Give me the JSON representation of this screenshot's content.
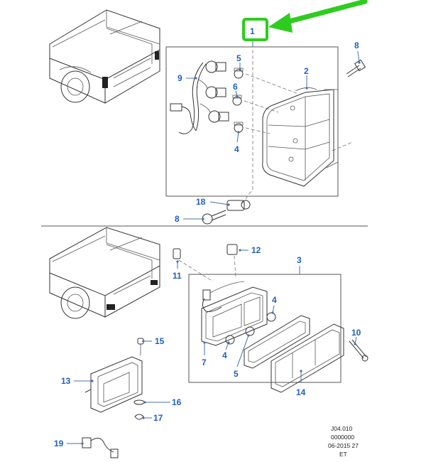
{
  "callouts": {
    "c1": "1",
    "c2": "2",
    "c3": "3",
    "c4a": "4",
    "c4b": "4",
    "c5a": "5",
    "c5b": "5",
    "c6": "6",
    "c7": "7",
    "c8a": "8",
    "c8b": "8",
    "c9": "9",
    "c10": "10",
    "c11": "11",
    "c12": "12",
    "c13": "13",
    "c14": "14",
    "c15": "15",
    "c16": "16",
    "c17": "17",
    "c18": "18",
    "c19": "19"
  },
  "footer": {
    "line1": "J04.010",
    "line2": "0000000",
    "line3": "06-2015 27",
    "line4": "ET"
  },
  "colors": {
    "callout_text": "#1f5fbf",
    "highlight_box": "#2ecc1f",
    "arrow": "#2ecc1f",
    "line_art": "#333333"
  }
}
